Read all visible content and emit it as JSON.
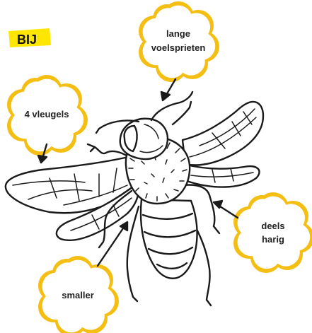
{
  "title": "BIJ",
  "colors": {
    "accent": "#FFE600",
    "bubble_border": "#F5BE12",
    "ink": "#1A1A1A"
  },
  "callouts": {
    "antennae": {
      "line1": "lange",
      "line2": "voelsprieten"
    },
    "wings": {
      "line1": "4 vleugels"
    },
    "hair": {
      "line1": "deels",
      "line2": "harig"
    },
    "body": {
      "line1": "smaller"
    }
  }
}
